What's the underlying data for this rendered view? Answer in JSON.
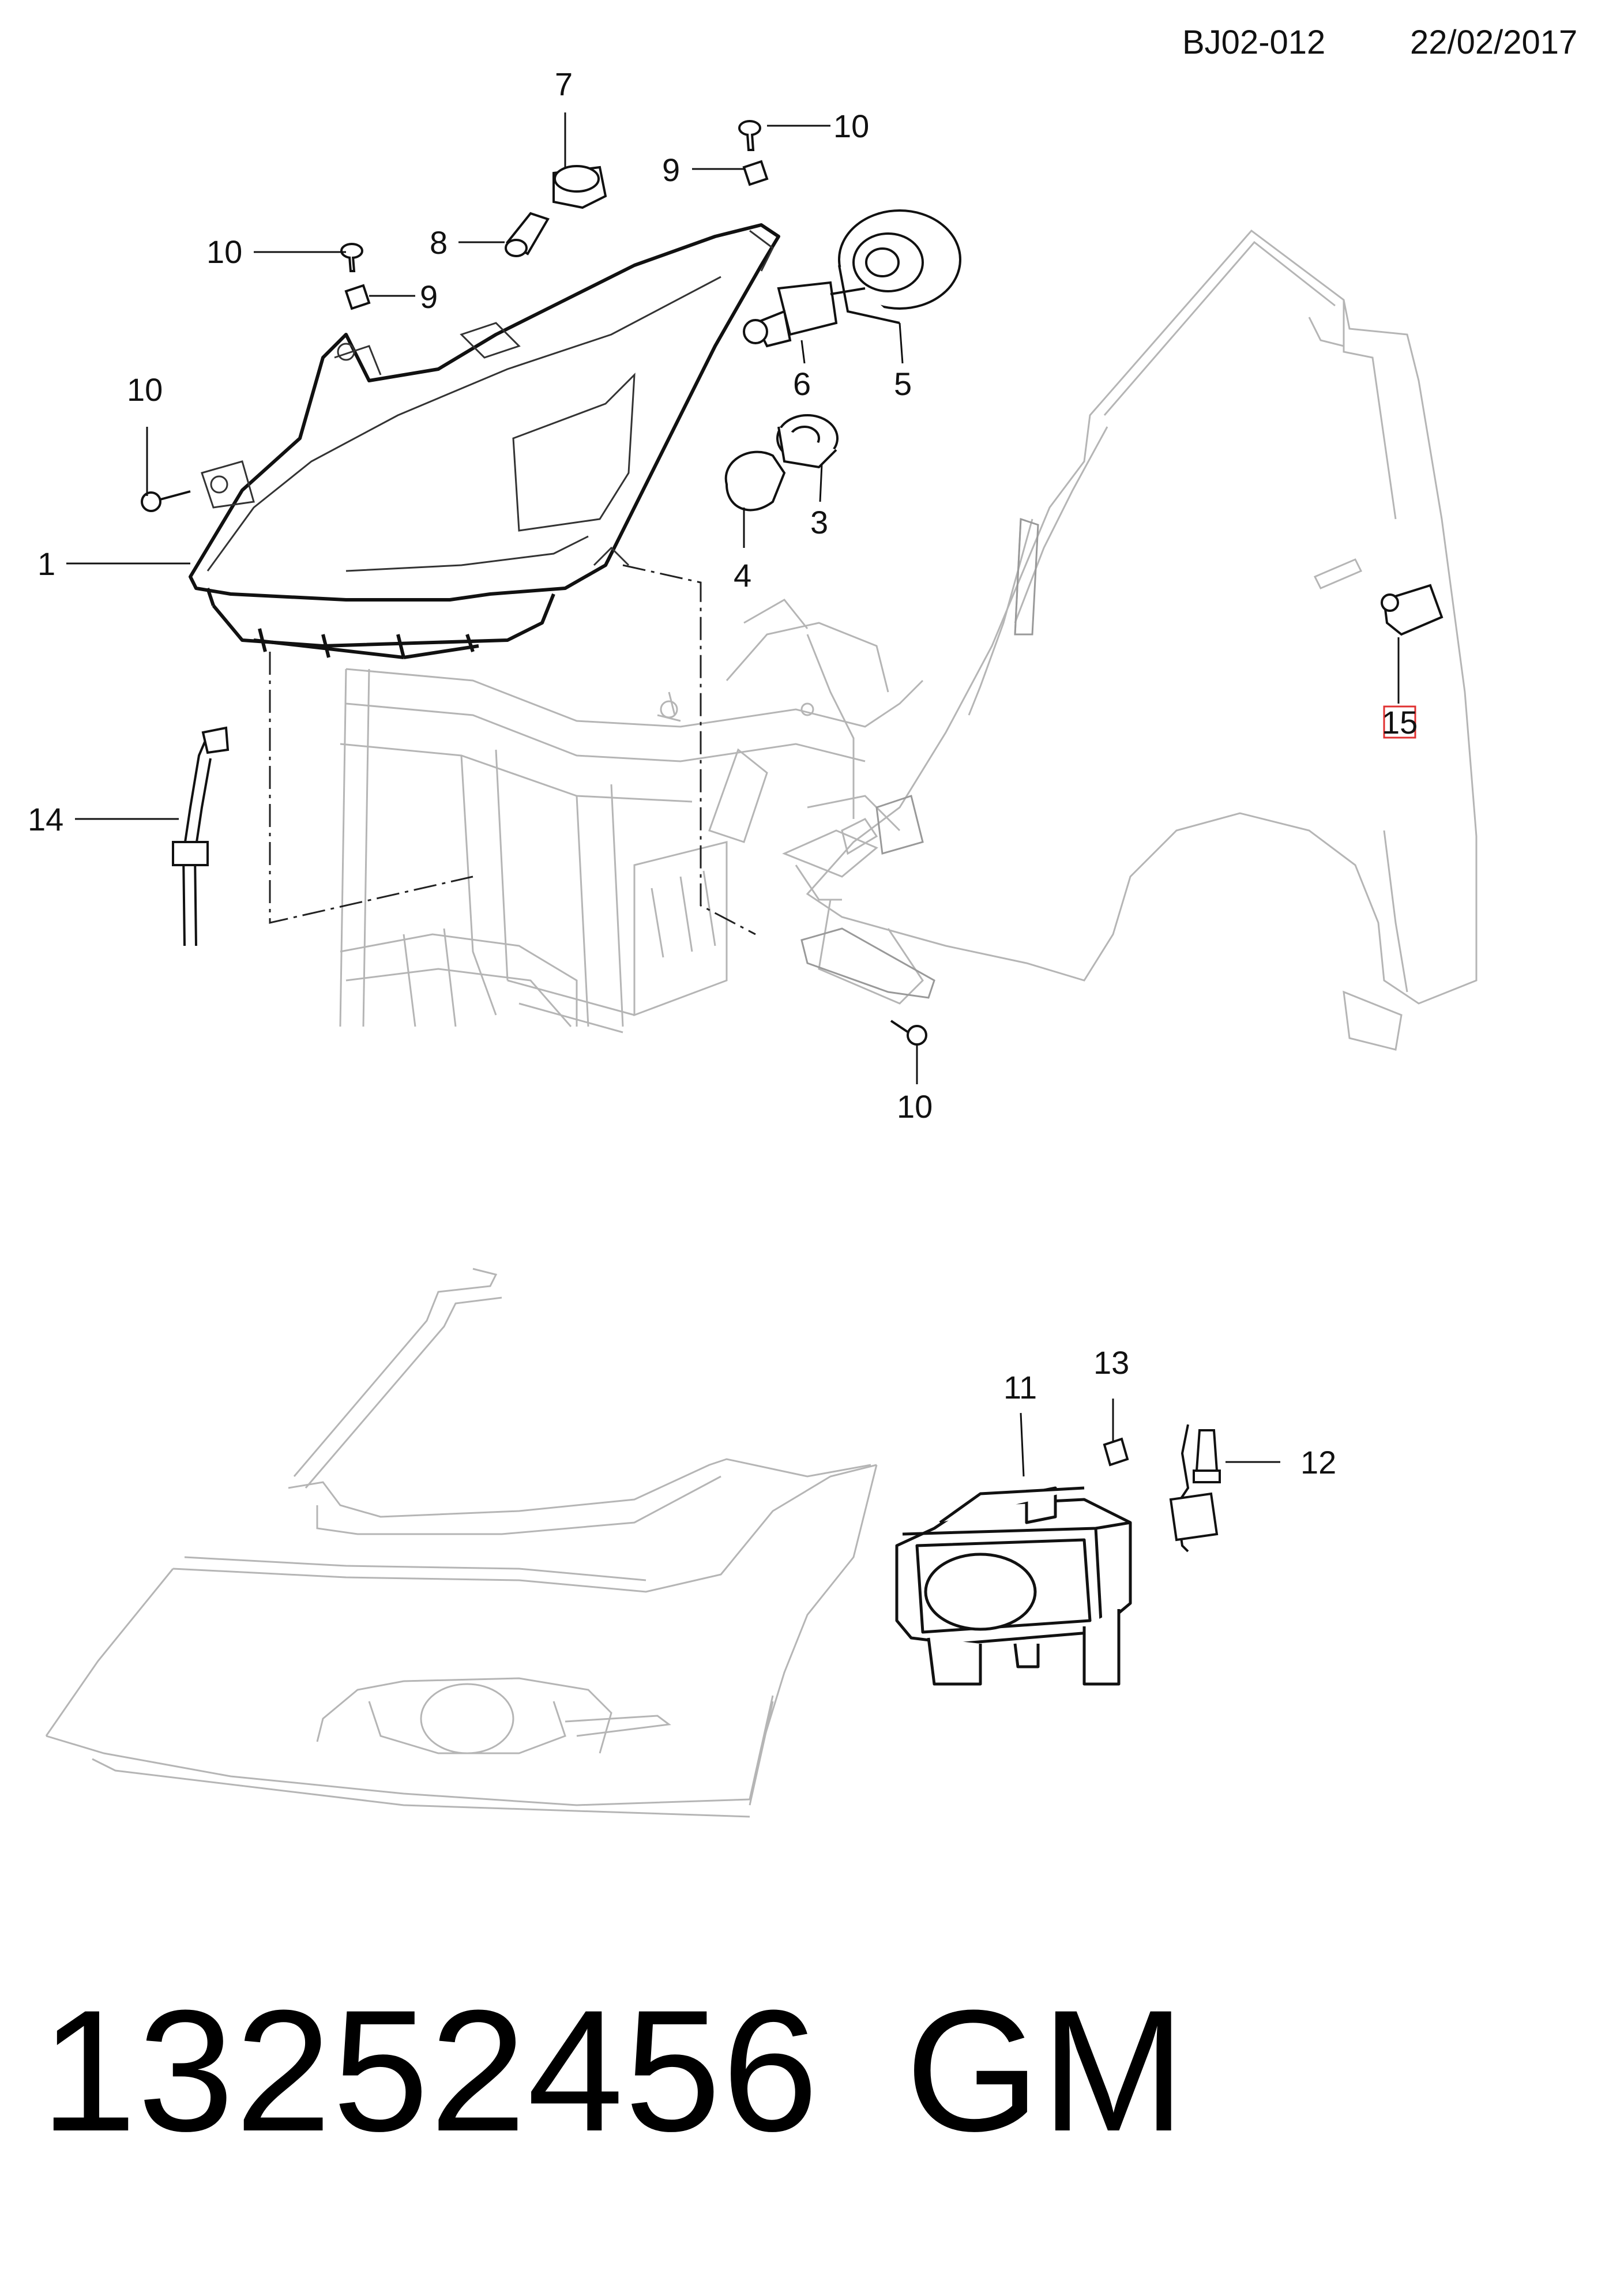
{
  "header": {
    "code": "BJ02-012",
    "date": "22/02/2017"
  },
  "callouts": [
    {
      "id": "c1",
      "text": "1"
    },
    {
      "id": "c3",
      "text": "3"
    },
    {
      "id": "c4",
      "text": "4"
    },
    {
      "id": "c5",
      "text": "5"
    },
    {
      "id": "c6",
      "text": "6"
    },
    {
      "id": "c7",
      "text": "7"
    },
    {
      "id": "c8",
      "text": "8"
    },
    {
      "id": "c9a",
      "text": "9"
    },
    {
      "id": "c9b",
      "text": "9"
    },
    {
      "id": "c10a",
      "text": "10"
    },
    {
      "id": "c10b",
      "text": "10"
    },
    {
      "id": "c10c",
      "text": "10"
    },
    {
      "id": "c10d",
      "text": "10"
    },
    {
      "id": "c11",
      "text": "11"
    },
    {
      "id": "c12",
      "text": "12"
    },
    {
      "id": "c13",
      "text": "13"
    },
    {
      "id": "c14",
      "text": "14"
    },
    {
      "id": "c15",
      "text": "15"
    }
  ],
  "highlighted_callout": "15",
  "footer": {
    "part_number": "13252456",
    "brand": "GM"
  },
  "colors": {
    "ink": "#111111",
    "ghost": "#b5b5b5",
    "highlight": "#e03030"
  }
}
